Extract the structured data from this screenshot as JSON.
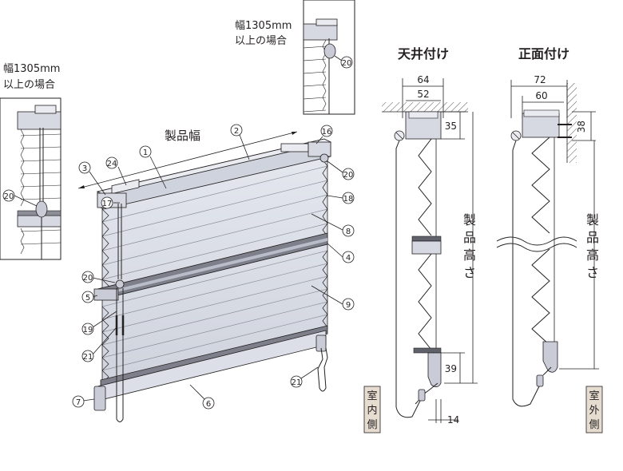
{
  "inset_note_left": {
    "line1": "幅1305mm",
    "line2": "以上の場合"
  },
  "inset_note_top": {
    "line1": "幅1305mm",
    "line2": "以上の場合"
  },
  "product_width_label": "製品幅",
  "part_numbers": {
    "n1": "1",
    "n2": "2",
    "n3": "3",
    "n4": "4",
    "n5": "5",
    "n6": "6",
    "n7": "7",
    "n8": "8",
    "n9": "9",
    "n16": "16",
    "n17": "17",
    "n18": "18",
    "n19": "19",
    "n20": "20",
    "n21": "21",
    "n24": "24"
  },
  "ceiling_mount": {
    "title": "天井付け",
    "dim_outer": "64",
    "dim_inner": "52",
    "dim_head": "35",
    "dim_bottom": "39",
    "dim_side": "14",
    "height_label": "製品高さ",
    "side_tag": "室内側"
  },
  "face_mount": {
    "title": "正面付け",
    "dim_outer": "72",
    "dim_inner": "60",
    "dim_head": "38",
    "height_label": "製品高さ",
    "side_tag": "室外側"
  },
  "colors": {
    "line": "#231f20",
    "fabric": "#dcdfe8",
    "fabric_dark": "#b9bdc9",
    "tag_bg": "#e6ddd0"
  }
}
